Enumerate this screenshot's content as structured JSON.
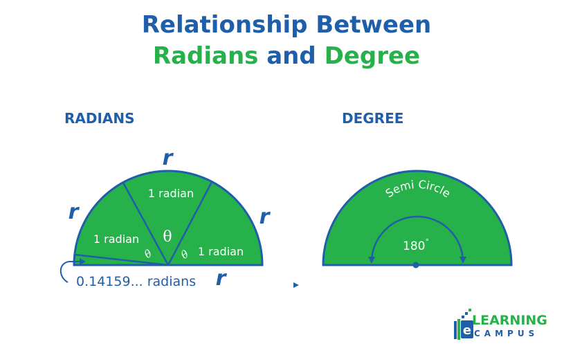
{
  "title": {
    "line1": "Relationship Between",
    "line2_part1": "Radians",
    "line2_part2": " and ",
    "line2_part3": "Degree"
  },
  "radians_section": {
    "heading": "RADIANS",
    "radius_label": "r",
    "sector_label": "1 radian",
    "theta_symbol": "θ",
    "small_angle_symbol": "θ",
    "remainder_label": "0.14159... radians"
  },
  "degree_section": {
    "heading": "DEGREE",
    "arc_label": "Semi Circle",
    "angle_value": "180",
    "degree_symbol": "°"
  },
  "logo": {
    "letter": "e",
    "line1": "LEARNING",
    "line2": "CAMPUS"
  },
  "colors": {
    "fill_green": "#26b14a",
    "outline_blue": "#1f5ea8",
    "title_blue": "#1f5ea8",
    "accent_green": "#26b14a"
  }
}
